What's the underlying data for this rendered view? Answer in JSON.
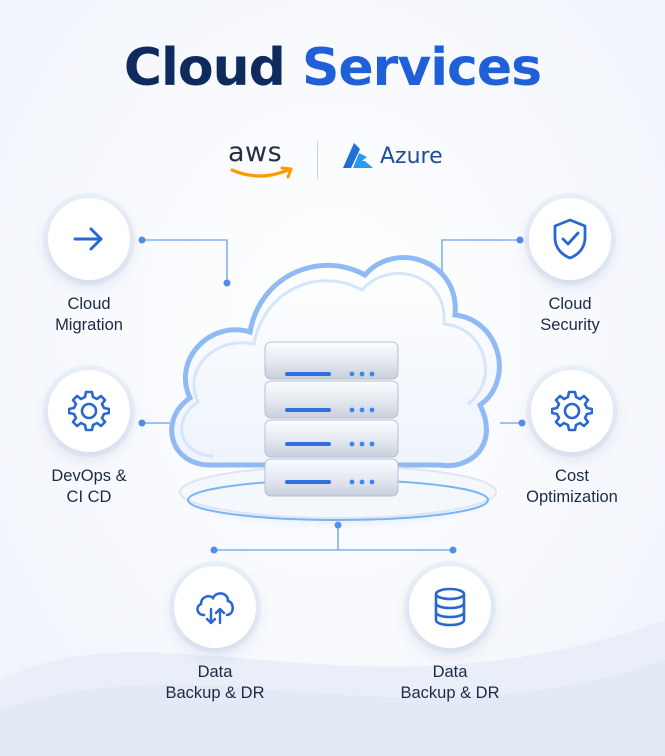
{
  "title": {
    "part1": "Cloud",
    "part2": "Services"
  },
  "providers": {
    "aws": "aws",
    "azure": "Azure"
  },
  "services": [
    {
      "id": "migration",
      "label": "Cloud\nMigration",
      "icon": "arrow-right-icon"
    },
    {
      "id": "security",
      "label": "Cloud\nSecurity",
      "icon": "shield-check-icon"
    },
    {
      "id": "devops",
      "label": "DevOps &\nCI CD",
      "icon": "gear-icon"
    },
    {
      "id": "cost",
      "label": "Cost\nOptimization",
      "icon": "gear-icon"
    },
    {
      "id": "backup-cloud",
      "label": "Data\nBackup & DR",
      "icon": "cloud-sync-icon"
    },
    {
      "id": "backup-db",
      "label": "Data\nBackup & DR",
      "icon": "database-icon"
    }
  ],
  "colors": {
    "navy": "#0f2a5c",
    "blue": "#1f5fd8",
    "aws_orange": "#ff9900",
    "line": "#6aa3ee"
  }
}
